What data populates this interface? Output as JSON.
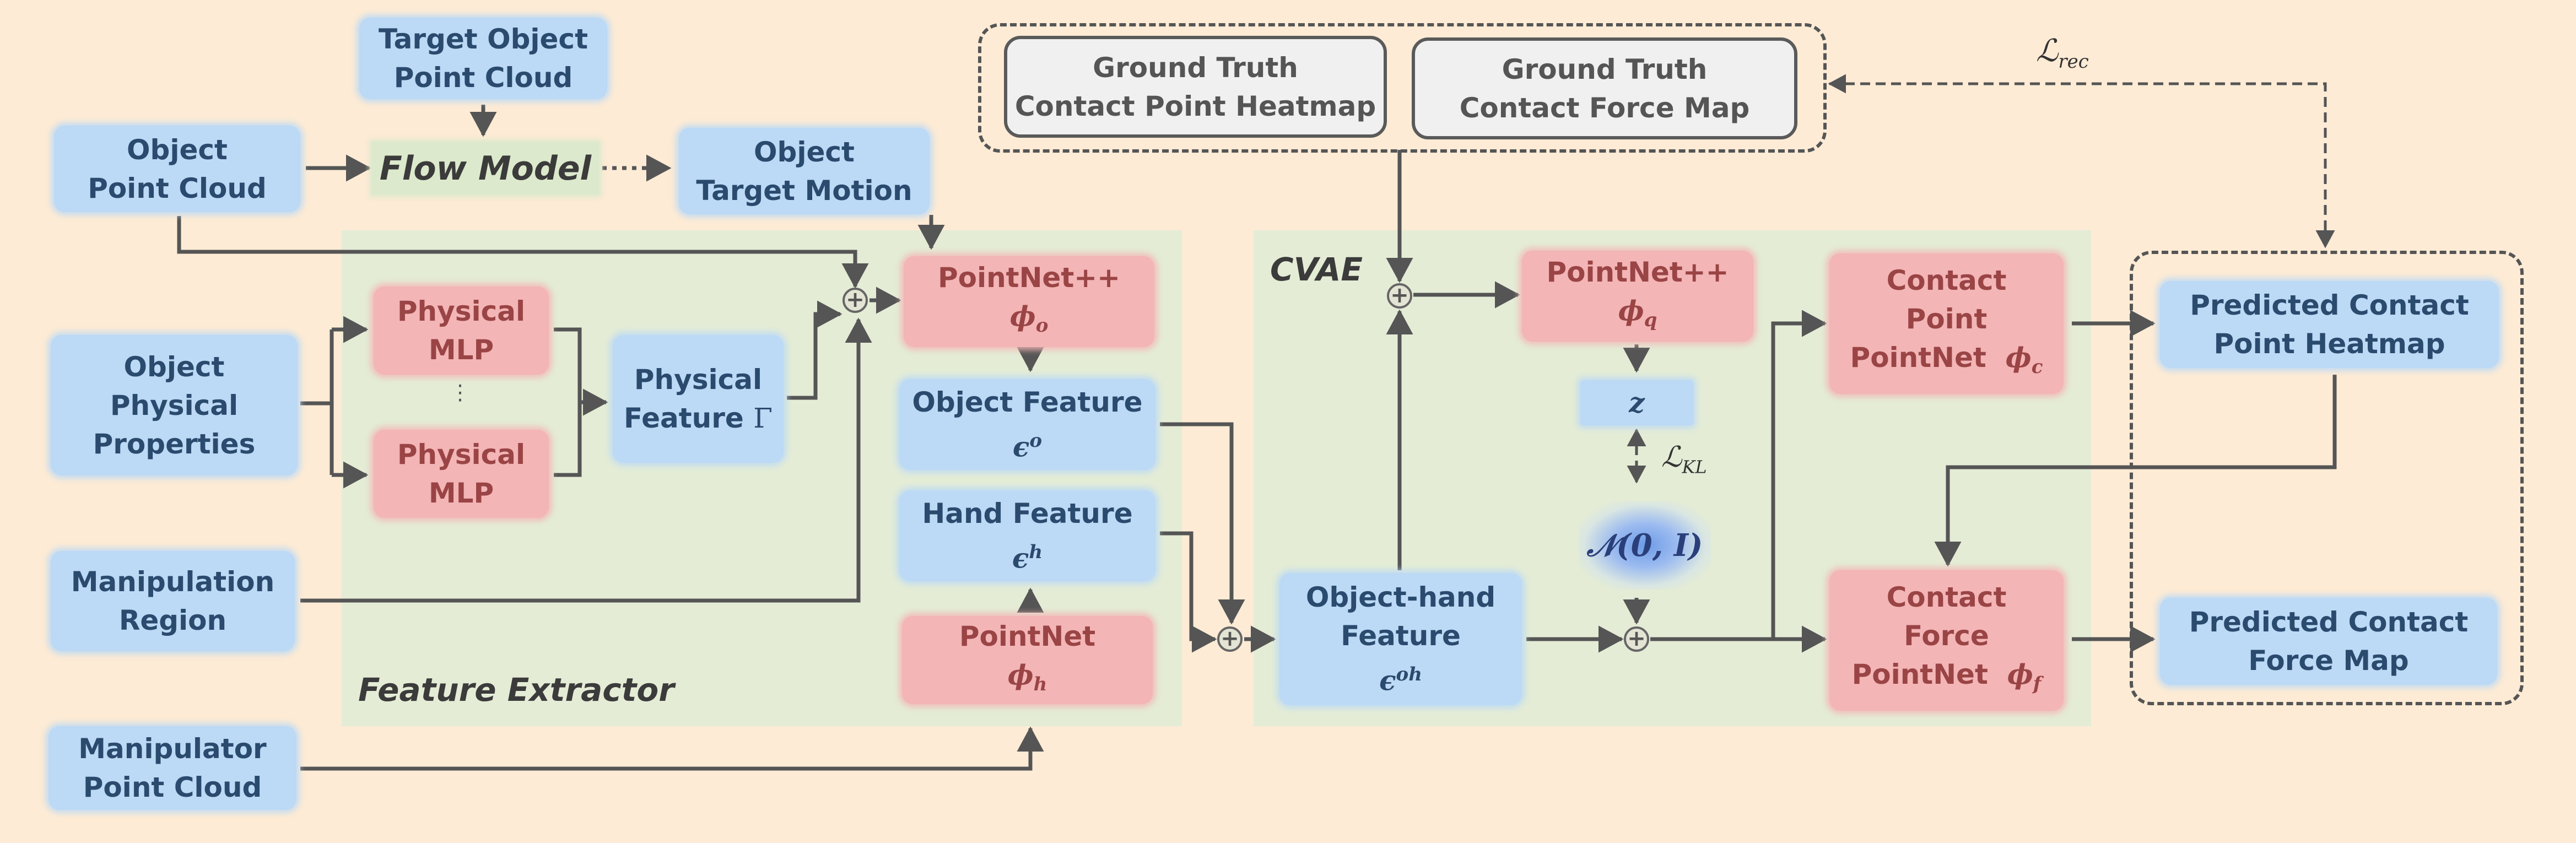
{
  "regions": {
    "feature_extractor": "Feature Extractor",
    "cvae": "CVAE"
  },
  "nodes": {
    "target_cloud": {
      "line1": "Target Object",
      "line2": "Point Cloud"
    },
    "object_cloud": {
      "line1": "Object",
      "line2": "Point Cloud"
    },
    "flow_model": {
      "label": "Flow Model"
    },
    "target_motion": {
      "line1": "Object",
      "line2": "Target Motion"
    },
    "phys_props": {
      "line1": "Object",
      "line2": "Physical",
      "line3": "Properties"
    },
    "phys_mlp_1": {
      "line1": "Physical",
      "line2": "MLP"
    },
    "phys_ellipsis": "⋮",
    "phys_mlp_2": {
      "line1": "Physical",
      "line2": "MLP"
    },
    "phys_feature": {
      "line1": "Physical",
      "line2": "Feature",
      "symbol": "Γ"
    },
    "manip_region": {
      "line1": "Manipulation",
      "line2": "Region"
    },
    "manip_cloud": {
      "line1": "Manipulator",
      "line2": "Point Cloud"
    },
    "pointnetpp_o": {
      "line1": "PointNet++",
      "symbol": "ϕ",
      "sub": "o"
    },
    "object_feature": {
      "line1": "Object Feature",
      "symbol": "ϵ",
      "sup": "o"
    },
    "hand_feature": {
      "line1": "Hand Feature",
      "symbol": "ϵ",
      "sup": "h"
    },
    "pointnet_h": {
      "line1": "PointNet",
      "symbol": "ϕ",
      "sub": "h"
    },
    "gt_heatmap": {
      "line1": "Ground Truth",
      "line2": "Contact Point Heatmap"
    },
    "gt_force": {
      "line1": "Ground Truth",
      "line2": "Contact Force Map"
    },
    "pointnetpp_q": {
      "line1": "PointNet++",
      "symbol": "ϕ",
      "sub": "q"
    },
    "z_box": {
      "symbol": "z"
    },
    "normal": "𝒩(0, I)",
    "oh_feature": {
      "line1": "Object-hand",
      "line2": "Feature",
      "symbol": "ϵ",
      "sup": "oh"
    },
    "contact_point": {
      "line1": "Contact",
      "line2": "Point",
      "line3": "PointNet",
      "symbol": "ϕ",
      "sub": "c"
    },
    "contact_force": {
      "line1": "Contact",
      "line2": "Force",
      "line3": "PointNet",
      "symbol": "ϕ",
      "sub": "f"
    },
    "pred_heatmap": {
      "line1": "Predicted Contact",
      "line2": "Point Heatmap"
    },
    "pred_force": {
      "line1": "Predicted Contact",
      "line2": "Force Map"
    }
  },
  "losses": {
    "kl": {
      "symbol": "ℒ",
      "sub": "KL"
    },
    "rec": {
      "symbol": "ℒ",
      "sub": "rec"
    }
  },
  "plus_sign": "+",
  "colors": {
    "background": "#fdebd5",
    "region": "#e4ecd6",
    "blue_box": "#bcd9f5",
    "red_box": "#f3b5b5",
    "edge": "#555555"
  }
}
